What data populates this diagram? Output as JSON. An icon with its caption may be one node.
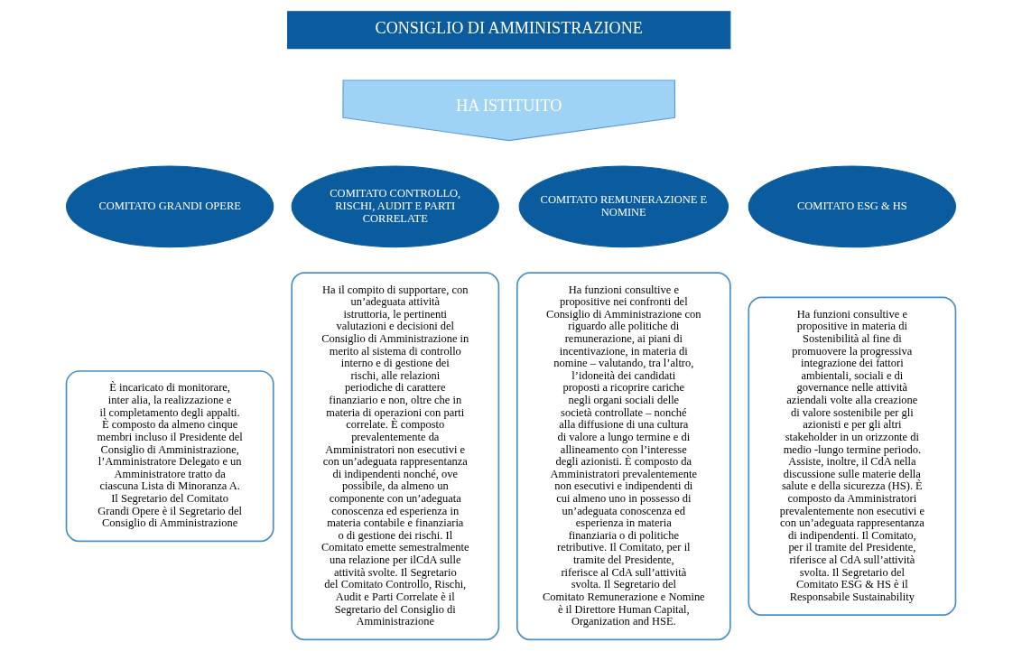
{
  "diagram": {
    "nodes": [
      {
        "text": [
          "CONSIGLIO DI AMMINISTRAZIONE"
        ]
      },
      {
        "text": [
          "HA ISTITUITO"
        ]
      },
      {
        "text": [
          "COMITATO GRANDI OPERE"
        ]
      },
      {
        "text": [
          "COMITATO CONTROLLO, RISCHI, AUDIT E PARTI CORRELATE"
        ]
      },
      {
        "text": [
          "COMITATO REMUNERAZIONE E NOMINE"
        ]
      },
      {
        "text": [
          "COMITATO ESG & HS"
        ]
      },
      {
        "text": [
          "È incaricato di monitorare, inter alia, la realizzazione e il completamento degli appalti. È composto da almeno cinque membri incluso il Presidente del Consiglio di Amministrazione, l’Amministratore Delegato e un Amministratore tratto da ciascuna Lista di Minoranza A. Il Segretario del Comitato Grandi Opere è il Segretario del Consiglio di Amministrazione"
        ]
      },
      {
        "text": [
          "Ha il compito di supportare, con un’adeguata attività istruttoria, le pertinenti valutazioni e decisioni del Consiglio di Amministrazione in merito al sistema di controllo interno e di gestione dei rischi, alle relazioni periodiche di carattere finanziario e non, oltre che in materia di operazioni con parti correlate. È composto prevalentemente da Amministratori non esecutivi e con un’adeguata rappresentanza di indipendenti nonché, ove possibile, da almeno un componente con un’adeguata conoscenza ed esperienza in materia contabile e finanziaria o di gestione dei rischi. Il Comitato emette semestralmente una relazione per ilCdA sulle attività svolte. Il Segretario del Comitato Controllo, Rischi, Audit e Parti Correlate è il Segretario del Consiglio di Amministrazione"
        ]
      },
      {
        "text": [
          "Ha funzioni consultive e propositive nei confronti del Consiglio di Amministrazione con riguardo alle politiche di remunerazione, ai piani di incentivazione, in materia di nomine – valutando, tra l’altro, l’idoneità dei candidati proposti a ricoprire cariche negli organi sociali delle società controllate – nonché alla diffusione di una cultura di valore a lungo termine e di allineamento con l’interesse degli azionisti. È composto da Amministratori prevalentemente non esecutivi e indipendenti di cui almeno uno in possesso di un’adeguata conoscenza ed esperienza in materia finanziaria o di politiche retributive. Il Comitato, per il tramite del Presidente, riferisce al CdA sull’attività svolta. Il Segretario del Comitato Remunerazione e Nomine è il Direttore Human Capital, Organization and HSE."
        ]
      },
      {
        "text": [
          "Ha funzioni consultive e propositive in materia di Sostenibilità al fine di promuovere la progressiva integrazione dei fattori ambientali, sociali e di governance nelle attività aziendali volte alla creazione di valore sostenibile per gli azionisti e per gli altri stakeholder in un orizzonte di medio -lungo termine periodo. Assiste, inoltre, il CdA nella discussione sulle materie della salute e della sicurezza (HS). È composto da Amministratori prevalentemente non esecutivi e con un’adeguata rappresentanza di indipendenti. Il Comitato, per il tramite del Presidente, riferisce al CdA sull’attività svolta. Il Segretario del Comitato ESG & HS è il Responsabile Sustainability"
        ]
      }
    ]
  }
}
